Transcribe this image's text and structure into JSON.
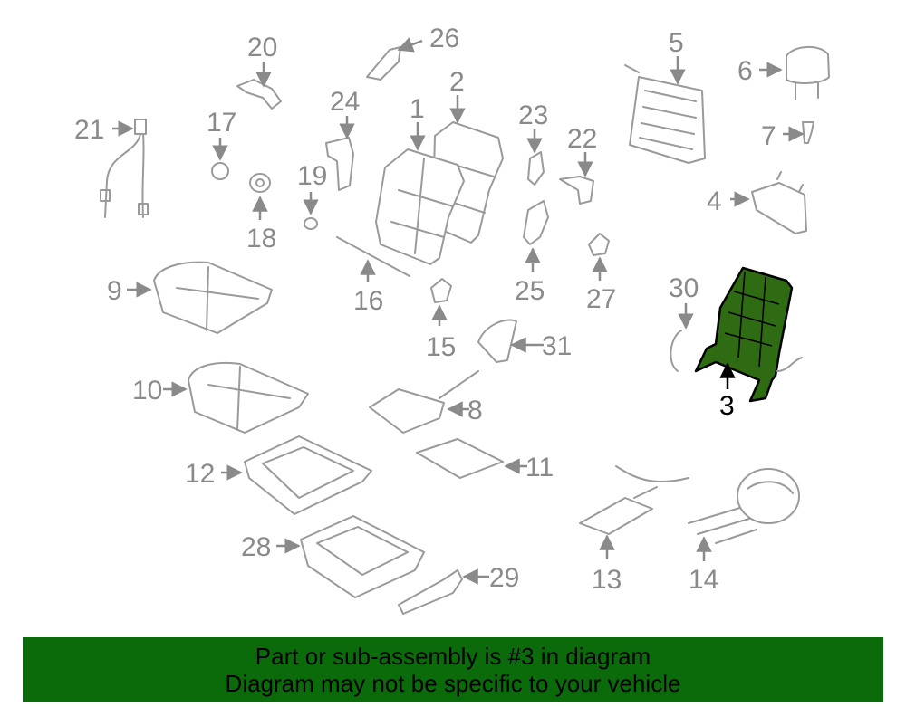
{
  "callouts": {
    "c1": "1",
    "c2": "2",
    "c3": "3",
    "c4": "4",
    "c5": "5",
    "c6": "6",
    "c7": "7",
    "c8": "8",
    "c9": "9",
    "c10": "10",
    "c11": "11",
    "c12": "12",
    "c13": "13",
    "c14": "14",
    "c15": "15",
    "c16": "16",
    "c17": "17",
    "c18": "18",
    "c19": "19",
    "c20": "20",
    "c21": "21",
    "c22": "22",
    "c23": "23",
    "c24": "24",
    "c25": "25",
    "c26": "26",
    "c27": "27",
    "c28": "28",
    "c29": "29",
    "c30": "30",
    "c31": "31"
  },
  "highlighted_part": "3",
  "colors": {
    "highlight": "#2e6b12",
    "banner": "#0b6b0b",
    "lines": "#9a9a9a"
  },
  "banner": {
    "line1": "Part or sub-assembly is #3 in diagram",
    "line2": "Diagram may not be specific to your vehicle"
  }
}
